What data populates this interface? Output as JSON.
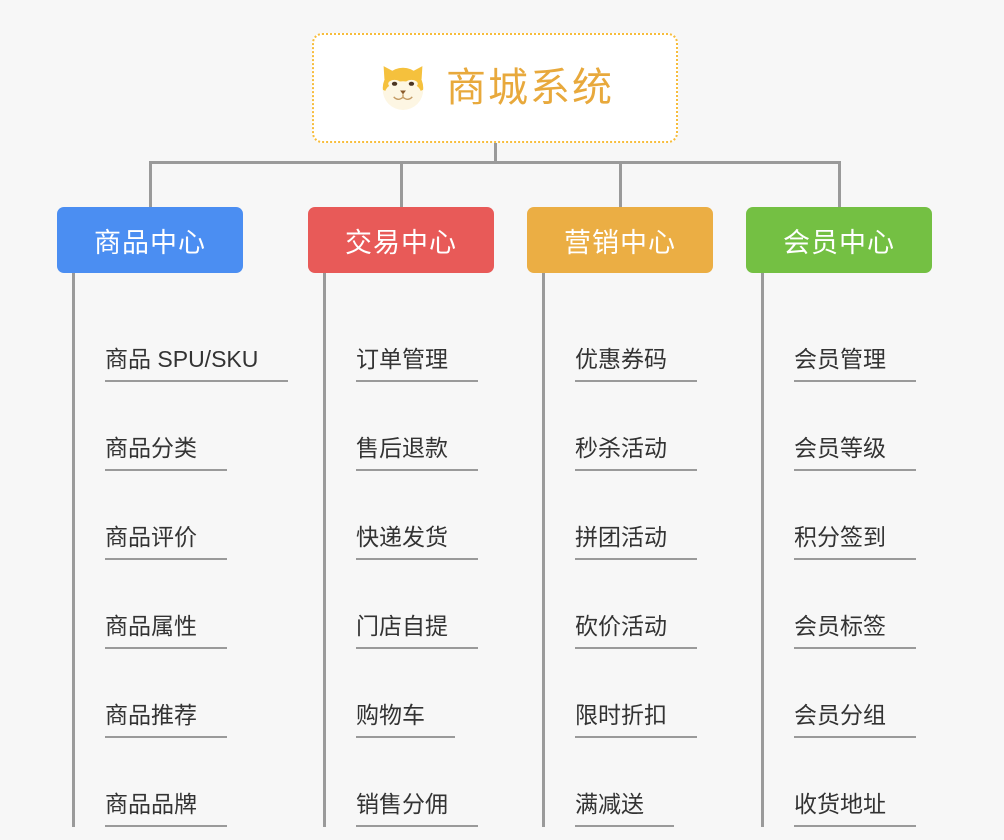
{
  "diagram": {
    "type": "mindmap-tree",
    "background_color": "#f7f7f7",
    "connector_color": "#9a9a9a",
    "root": {
      "title": "商城系统",
      "icon": "shiba-dog-emoji",
      "text_color": "#e8a93c",
      "border_color": "#f7bd3c",
      "fill_color": "#ffffff"
    },
    "branches": [
      {
        "label": "商品中心",
        "color": "#4b8ef2",
        "items": [
          "商品 SPU/SKU",
          "商品分类",
          "商品评价",
          "商品属性",
          "商品推荐",
          "商品品牌"
        ]
      },
      {
        "label": "交易中心",
        "color": "#e85a58",
        "items": [
          "订单管理",
          "售后退款",
          "快递发货",
          "门店自提",
          "购物车",
          "销售分佣"
        ]
      },
      {
        "label": "营销中心",
        "color": "#ebae44",
        "items": [
          "优惠券码",
          "秒杀活动",
          "拼团活动",
          "砍价活动",
          "限时折扣",
          "满减送"
        ]
      },
      {
        "label": "会员中心",
        "color": "#74c043",
        "items": [
          "会员管理",
          "会员等级",
          "积分签到",
          "会员标签",
          "会员分组",
          "收货地址"
        ]
      }
    ]
  }
}
